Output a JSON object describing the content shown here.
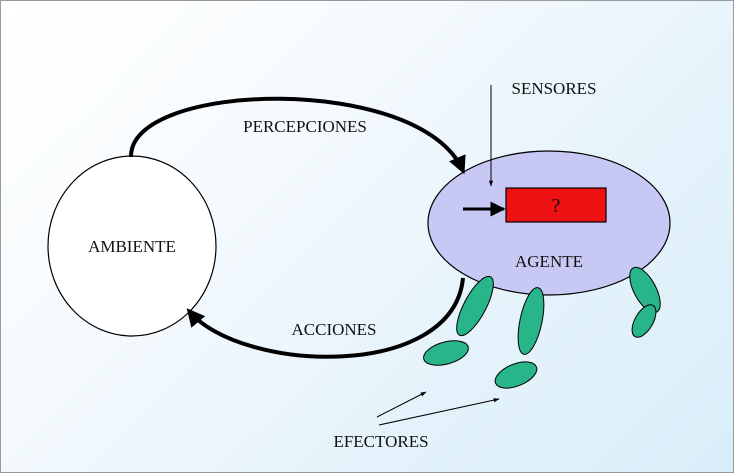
{
  "diagram": {
    "nodes": {
      "environment": "AMBIENTE",
      "agent": "AGENTE",
      "unknown_box": "?"
    },
    "edges": {
      "perceptions": "PERCEPCIONES",
      "actions": "ACCIONES"
    },
    "callouts": {
      "sensors": "SENSORES",
      "effectors": "EFECTORES"
    }
  },
  "colors": {
    "agent_fill": "#c8c8f4",
    "box_fill": "#ee1111",
    "limb_fill": "#27b589",
    "environment_fill": "#ffffff",
    "stroke": "#000000"
  }
}
